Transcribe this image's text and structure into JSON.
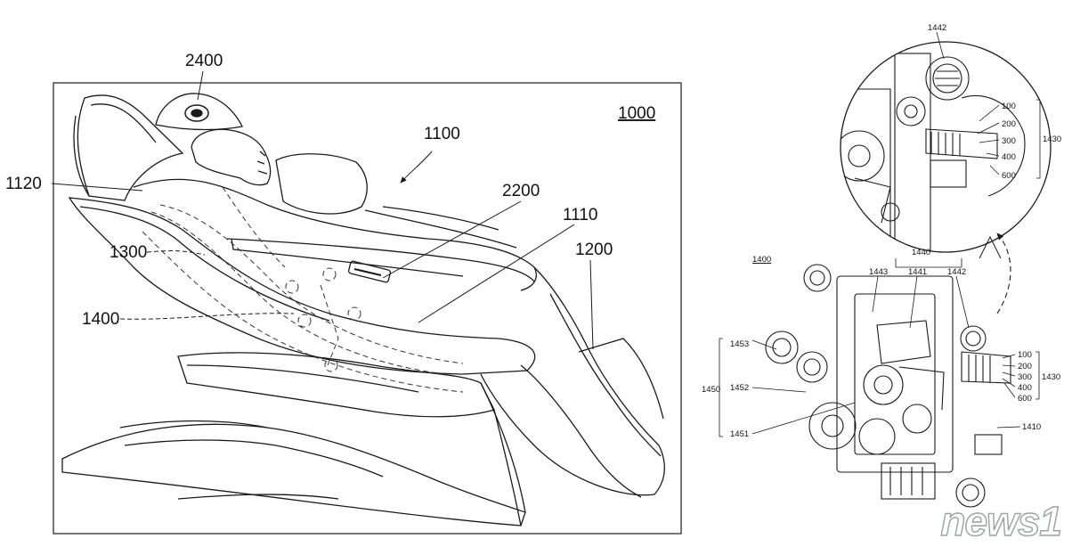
{
  "labels": {
    "chair_system": "1000",
    "chair_body": "1100",
    "seat": "1110",
    "backrest": "1120",
    "leg_part": "1200",
    "frame_rail": "1300",
    "massage_module": "1400",
    "controller": "2200",
    "speaker": "2400"
  },
  "detail_labels": {
    "module": "1400",
    "gear_top": "1442",
    "gear_group": "1440",
    "gear_a": "1443",
    "gear_b": "1441",
    "gear_c": "1442",
    "roller_group": "1450",
    "roller_3": "1453",
    "roller_2": "1452",
    "roller_1": "1451",
    "base_plate": "1410",
    "stack_group": "1430",
    "stack_items": [
      "100",
      "200",
      "300",
      "400",
      "600"
    ]
  },
  "watermark": "news1",
  "colors": {
    "line": "#1a1a1a",
    "dash": "#333333",
    "watermark": "#9aa0a6"
  }
}
